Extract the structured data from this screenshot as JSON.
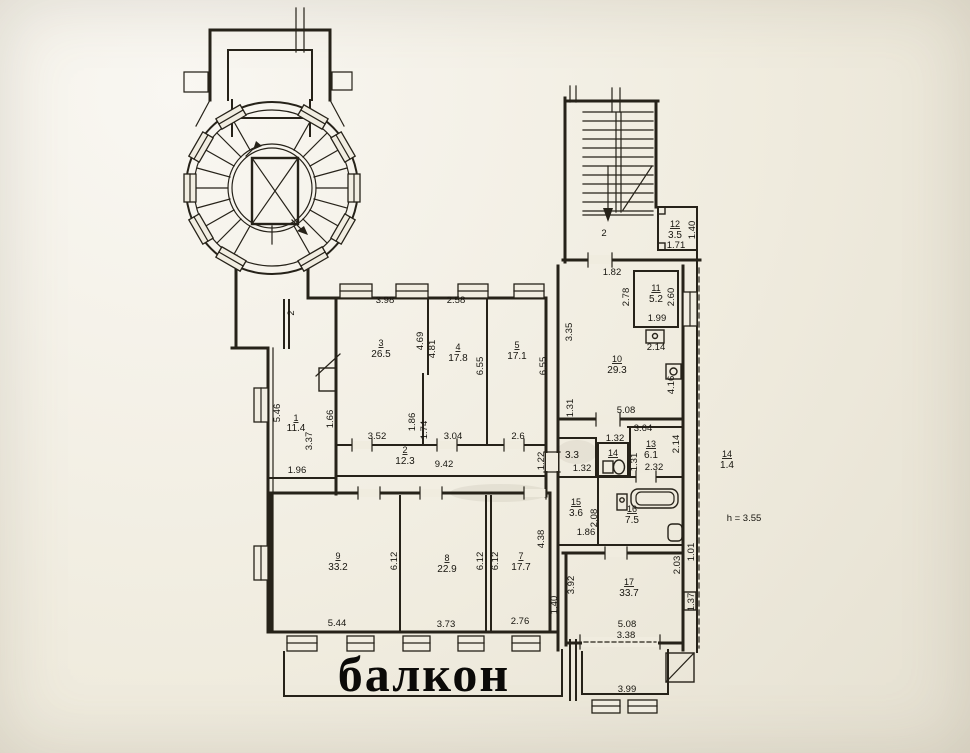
{
  "paper": "#f0ecdf",
  "ink": "#262219",
  "labels": {
    "balcony": "балкон",
    "ceiling_height": "h = 3.55"
  },
  "rooms": {
    "r1": {
      "number": "1",
      "area": "11.4"
    },
    "r2c": {
      "number": "2",
      "area": "12.3"
    },
    "r3": {
      "number": "3",
      "area": "26.5"
    },
    "r4": {
      "number": "4",
      "area": "17.8"
    },
    "r5": {
      "number": "5",
      "area": "17.1"
    },
    "r7": {
      "number": "7",
      "area": "17.7"
    },
    "r8": {
      "number": "8",
      "area": "22.9"
    },
    "r9": {
      "number": "9",
      "area": "33.2"
    },
    "r10": {
      "number": "10",
      "area": "29.3"
    },
    "r11": {
      "number": "11",
      "area": "5.2"
    },
    "r12": {
      "number": "12",
      "area": "3.5"
    },
    "r13": {
      "number": "13",
      "area": "6.1"
    },
    "r14": {
      "number": "14"
    },
    "r15": {
      "number": "15",
      "area": "3.6"
    },
    "r16": {
      "number": "16",
      "area": "7.5"
    },
    "r17": {
      "number": "17",
      "area": "33.7"
    },
    "closet": {
      "area": "3.3"
    },
    "stair_landing": {
      "number": "2"
    },
    "octagon_landing": {
      "number": "2"
    },
    "legend": {
      "number": "14",
      "area": "1.4"
    }
  },
  "dims": {
    "top_r3": "3.98",
    "top_r4": "2.58",
    "r3_v1": "4.69",
    "r3_v2": "4.81",
    "r3_left": "1.66",
    "r3_b": "3.52",
    "r3_n1": "1.86",
    "r3_n2": "1.74",
    "r4_v": "6.55",
    "r4_b": "3.04",
    "r5_v": "6.55",
    "r5_b": "2.6",
    "corr_len": "9.42",
    "corr_w": "1.22",
    "r1_v1": "5.46",
    "r1_v2": "3.37",
    "r1_b": "1.96",
    "hall_top": "1.82",
    "k_left": "3.35",
    "k_bottom": "5.08",
    "k_right": "4.16",
    "k_low": "1.31",
    "r11_l": "2.78",
    "r11_r": "2.60",
    "r11_b": "1.99",
    "sink": "2.14",
    "hall_w": "3.64",
    "hall_d": "1.32",
    "closet_b": "1.32",
    "r13_b": "2.32",
    "r13_r": "2.14",
    "r14_r": "1.31",
    "r12_b": "1.71",
    "r12_r": "1.40",
    "r15_b": "1.86",
    "r15_r": "2.08",
    "r17_l": "3.92",
    "r17_r1": "2.03",
    "r17_r2": "1.01",
    "r17_r3": "1.37",
    "r17_b1": "5.08",
    "r17_b2": "3.38",
    "r9_b": "5.44",
    "r9_d": "6.12",
    "r8_b": "3.73",
    "r8_d1": "6.12",
    "r8_d2": "6.12",
    "r7_b": "2.76",
    "r7_r": "4.38",
    "r7_s": "1.40",
    "balc2": "3.99"
  }
}
